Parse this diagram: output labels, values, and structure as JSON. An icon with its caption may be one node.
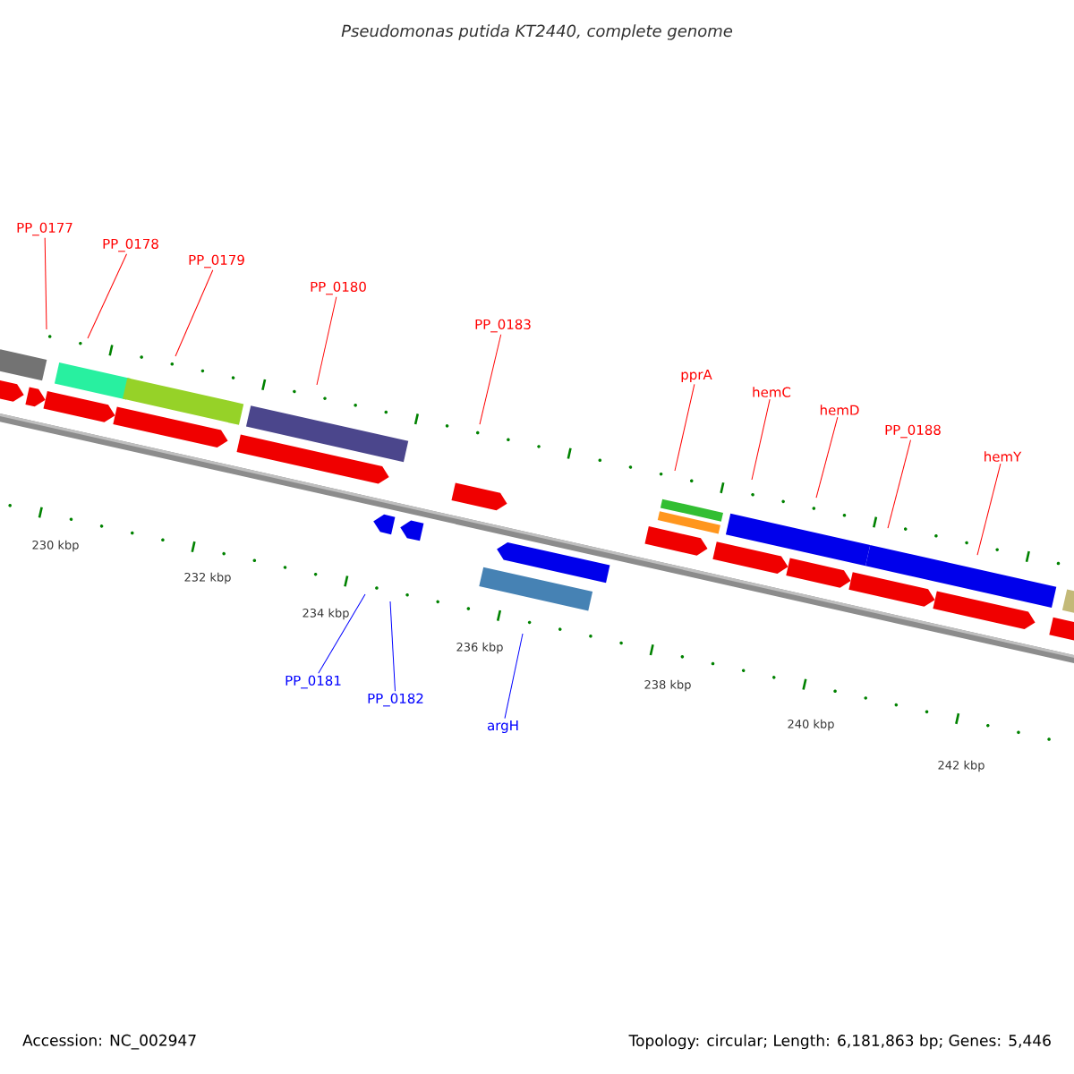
{
  "diagram": {
    "title": "Pseudomonas putida KT2440, complete genome",
    "nodes": [
      {
        "text": [
          "PP_0177"
        ]
      },
      {
        "text": [
          "PP_0178"
        ]
      },
      {
        "text": [
          "PP_0179"
        ]
      },
      {
        "text": [
          "PP_0180"
        ]
      },
      {
        "text": [
          "PP_0183"
        ]
      },
      {
        "text": [
          "pprA"
        ]
      },
      {
        "text": [
          "hemC"
        ]
      },
      {
        "text": [
          "hemD"
        ]
      },
      {
        "text": [
          "PP_0188"
        ]
      },
      {
        "text": [
          "hemY"
        ]
      },
      {
        "text": [
          "PP_0181"
        ]
      },
      {
        "text": [
          "PP_0182"
        ]
      },
      {
        "text": [
          "argH"
        ]
      }
    ],
    "edges": [
      {
        "from": 0,
        "to": null,
        "arrow": "none"
      },
      {
        "from": 1,
        "to": null,
        "arrow": "none"
      },
      {
        "from": 2,
        "to": null,
        "arrow": "none"
      },
      {
        "from": 3,
        "to": null,
        "arrow": "none"
      },
      {
        "from": 4,
        "to": null,
        "arrow": "none"
      },
      {
        "from": 5,
        "to": null,
        "arrow": "none"
      },
      {
        "from": 6,
        "to": null,
        "arrow": "none"
      },
      {
        "from": 7,
        "to": null,
        "arrow": "none"
      },
      {
        "from": 8,
        "to": null,
        "arrow": "none"
      },
      {
        "from": 9,
        "to": null,
        "arrow": "none"
      },
      {
        "from": 10,
        "to": null,
        "arrow": "none",
        "color": "#0000ff"
      },
      {
        "from": 11,
        "to": null,
        "arrow": "none",
        "color": "#0000ff"
      },
      {
        "from": 12,
        "to": null,
        "arrow": "none",
        "color": "#0000ff"
      }
    ],
    "labels": [
      "230 kbp",
      "232 kbp",
      "234 kbp",
      "236 kbp",
      "238 kbp",
      "240 kbp",
      "242 kbp",
      "Accession: NC_002947",
      "Topology: circular; Length: 6,181,863 bp; Genes: 5,446"
    ]
  }
}
